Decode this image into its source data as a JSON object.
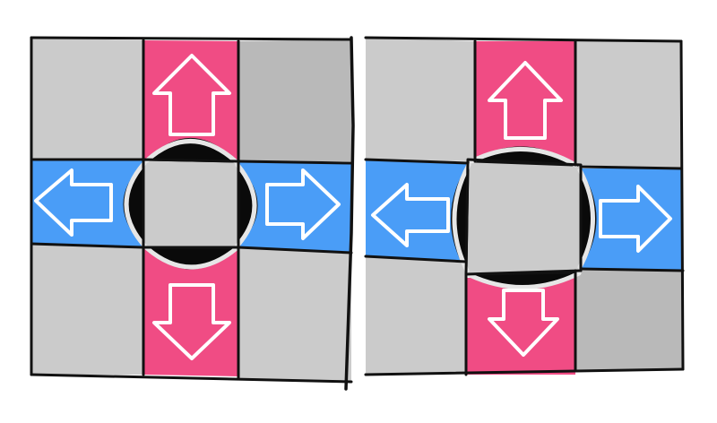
{
  "colors": {
    "background": "#ffffff",
    "cell_gray": "#cbcbcb",
    "cell_gray_dark": "#b9b9b9",
    "pink": "#f04c84",
    "blue": "#4a9df7",
    "outline": "#111111",
    "arrow_stroke": "#ffffff",
    "gap_fill": "#0a0a0a",
    "gap_rim": "#e6e6e6"
  },
  "panels": [
    {
      "id": "left-panel",
      "center_cell": "gray",
      "arrows": [
        "up",
        "left",
        "right",
        "down"
      ],
      "gaps": [
        "top",
        "left",
        "right",
        "bottom"
      ]
    },
    {
      "id": "right-panel",
      "center_cell": "gray",
      "arrows": [
        "up",
        "left",
        "right",
        "down"
      ],
      "gaps": [
        "top",
        "left",
        "right",
        "bottom"
      ]
    }
  ],
  "icons": [
    "arrow-up-icon",
    "arrow-left-icon",
    "arrow-right-icon",
    "arrow-down-icon"
  ]
}
